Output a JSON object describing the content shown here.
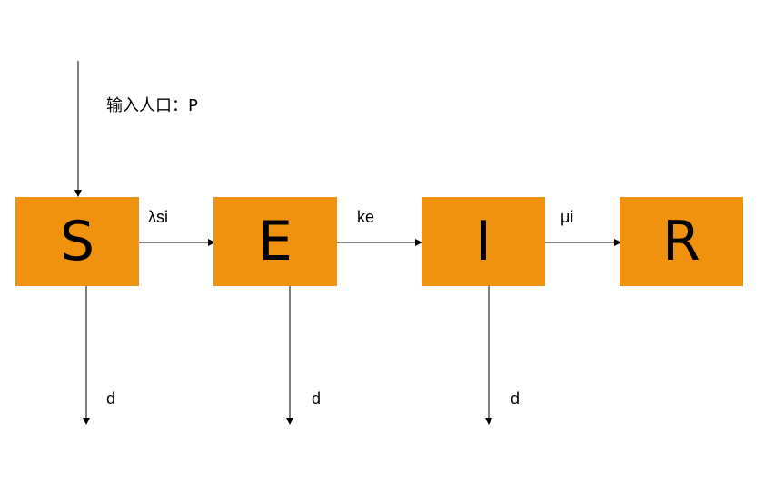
{
  "colors": {
    "box_fill": "#f0920e",
    "line": "#000000",
    "shadow": "#aaaaaa"
  },
  "input": {
    "label": "输入人口：P"
  },
  "compartments": [
    {
      "letter": "S"
    },
    {
      "letter": "E"
    },
    {
      "letter": "I"
    },
    {
      "letter": "R"
    }
  ],
  "transitions": [
    {
      "label": "λsi"
    },
    {
      "label": "ke"
    },
    {
      "label": "μi"
    }
  ],
  "outflows": [
    {
      "label": "d"
    },
    {
      "label": "d"
    },
    {
      "label": "d"
    }
  ]
}
